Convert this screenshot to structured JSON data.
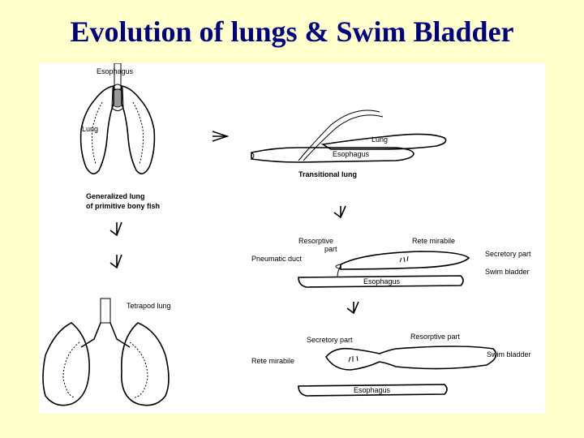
{
  "title": "Evolution of lungs & Swim Bladder",
  "labels": {
    "esophagus_top": "Esophagus",
    "lung_left": "Lung",
    "generalized_1": "Generalized lung",
    "generalized_2": "of primitive bony fish",
    "trans_lung": "Lung",
    "trans_esophagus": "Esophagus",
    "transitional": "Transitional lung",
    "resorptive_1": "Resorptive",
    "resorptive_2": "part",
    "rete1": "Rete mirabile",
    "secretory1": "Secretory part",
    "pneumatic": "Pneumatic duct",
    "swim1": "Swim bladder",
    "esophagus_mid": "Esophagus",
    "tetrapod": "Tetrapod lung",
    "secretory2": "Secretory part",
    "resorptive2": "Resorptive part",
    "rete2": "Rete mirabile",
    "swim2": "Swim bladder",
    "esophagus_bot": "Esophagus"
  }
}
